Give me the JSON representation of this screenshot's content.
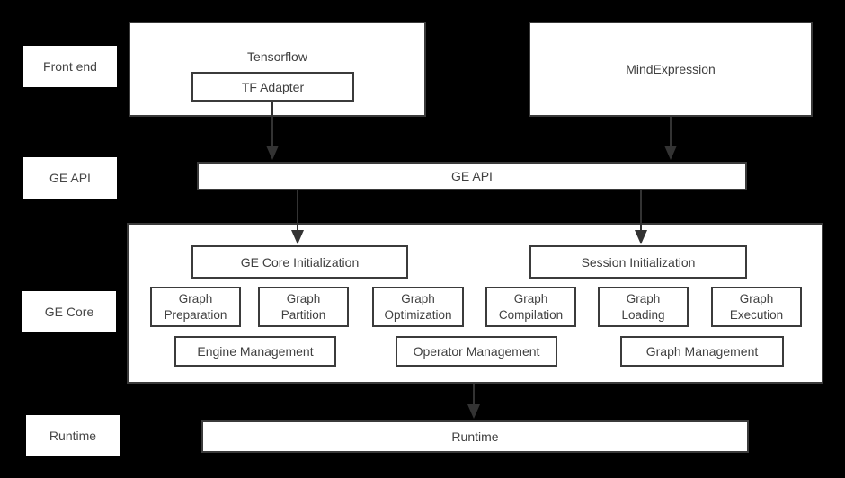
{
  "colors": {
    "background": "#000000",
    "box_fill": "#ffffff",
    "border": "#3b3b3b",
    "text": "#404040",
    "arrow": "#333333"
  },
  "side_labels": {
    "front_end": "Front end",
    "ge_api": "GE API",
    "ge_core": "GE Core",
    "runtime": "Runtime"
  },
  "front_end_layer": {
    "tensorflow_label": "Tensorflow",
    "tf_adapter_label": "TF Adapter",
    "mind_expression_label": "MindExpression"
  },
  "ge_api_layer": {
    "bar_label": "GE API"
  },
  "ge_core_layer": {
    "ge_core_init_label": "GE Core Initialization",
    "session_init_label": "Session Initialization",
    "stages": [
      {
        "line1": "Graph",
        "line2": "Preparation"
      },
      {
        "line1": "Graph",
        "line2": "Partition"
      },
      {
        "line1": "Graph",
        "line2": "Optimization"
      },
      {
        "line1": "Graph",
        "line2": "Compilation"
      },
      {
        "line1": "Graph",
        "line2": "Loading"
      },
      {
        "line1": "Graph",
        "line2": "Execution"
      }
    ],
    "management": [
      {
        "label": "Engine Management"
      },
      {
        "label": "Operator Management"
      },
      {
        "label": "Graph Management"
      }
    ]
  },
  "runtime_layer": {
    "bar_label": "Runtime"
  }
}
